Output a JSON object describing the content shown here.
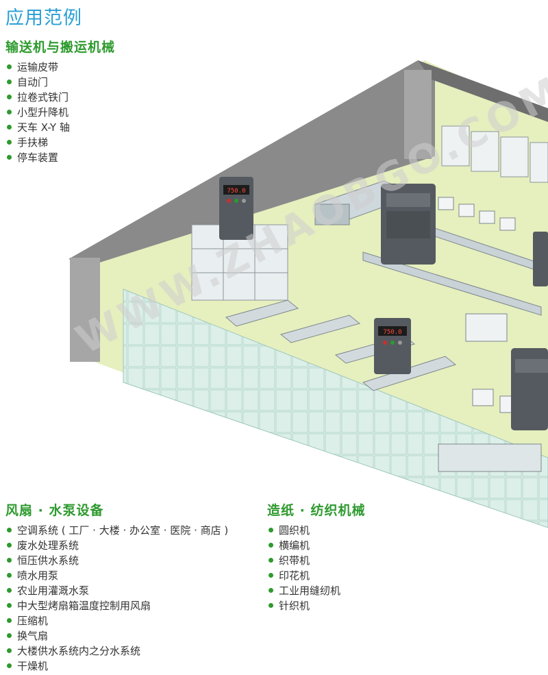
{
  "title": "应用范例",
  "sections": {
    "conveyor": {
      "heading": "输送机与搬运机械",
      "items": [
        "运输皮带",
        "自动门",
        "拉卷式铁门",
        "小型升降机",
        "天车 X-Y 轴",
        "手扶梯",
        "停车装置"
      ]
    },
    "fan_pump": {
      "heading": "风扇 · 水泵设备",
      "items": [
        "空调系统 ( 工厂 · 大楼 · 办公室 · 医院 · 商店 )",
        "废水处理系统",
        "恒压供水系统",
        "喷水用泵",
        "农业用灌溉水泵",
        "中大型烤扇箱温度控制用风扇",
        "压缩机",
        "换气扇",
        "大楼供水系统内之分水系统",
        "干燥机"
      ]
    },
    "paper_textile": {
      "heading": "造纸 · 纺织机械",
      "items": [
        "圆织机",
        "横编机",
        "织带机",
        "印花机",
        "工业用缝纫机",
        "针织机"
      ]
    }
  },
  "illustration": {
    "drive_display": "750.0",
    "watermark": "WWW.ZHAOBGO.COM",
    "colors": {
      "floor": "#e6efbe",
      "wall": "#7a7a7a",
      "glass": "#d6ebe8",
      "drive_body": "#555a60",
      "accent_green": "#2e9a2e",
      "title_blue": "#2a9fd6"
    }
  }
}
